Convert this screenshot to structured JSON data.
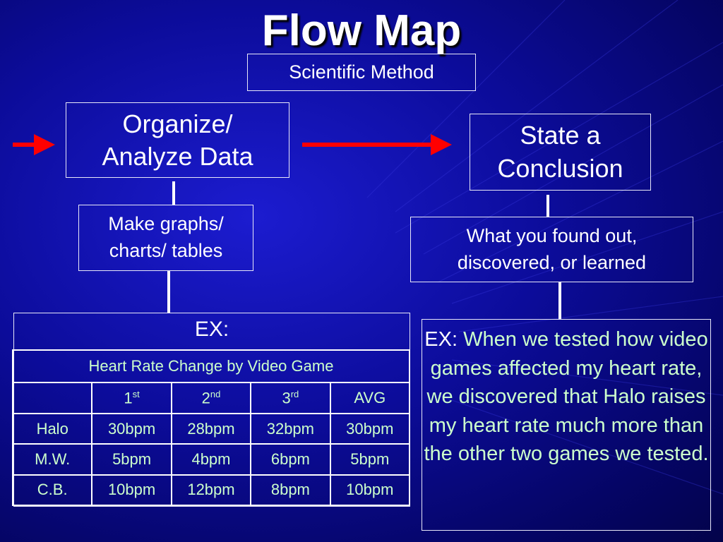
{
  "title": "Flow Map",
  "subtitle": "Scientific Method",
  "steps": {
    "organize": [
      "Organize/",
      "Analyze Data"
    ],
    "conclusion": [
      "State a",
      "Conclusion"
    ]
  },
  "details": {
    "make_graphs": [
      "Make graphs/",
      "charts/ tables"
    ],
    "found_out": [
      "What you found out,",
      "discovered, or learned"
    ]
  },
  "example_left": {
    "label": "EX:",
    "table": {
      "caption": "Heart Rate Change by Video Game",
      "headers": [
        {
          "base": "",
          "sup": ""
        },
        {
          "base": "1",
          "sup": "st"
        },
        {
          "base": "2",
          "sup": "nd"
        },
        {
          "base": "3",
          "sup": "rd"
        },
        {
          "base": "AVG",
          "sup": ""
        }
      ],
      "rows": [
        [
          "Halo",
          "30bpm",
          "28bpm",
          "32bpm",
          "30bpm"
        ],
        [
          "M.W.",
          "5bpm",
          "4bpm",
          "6bpm",
          "5bpm"
        ],
        [
          "C.B.",
          "10bpm",
          "12bpm",
          "8bpm",
          "10bpm"
        ]
      ]
    }
  },
  "example_right": {
    "prefix": "EX: ",
    "text": "When we tested how video games affected my heart rate, we discovered that Halo raises my heart rate much more than the other two games we tested."
  },
  "colors": {
    "background": "#0c0c9a",
    "arrow": "#ff0000",
    "table_text": "#ccffcc",
    "text": "#ffffff"
  }
}
